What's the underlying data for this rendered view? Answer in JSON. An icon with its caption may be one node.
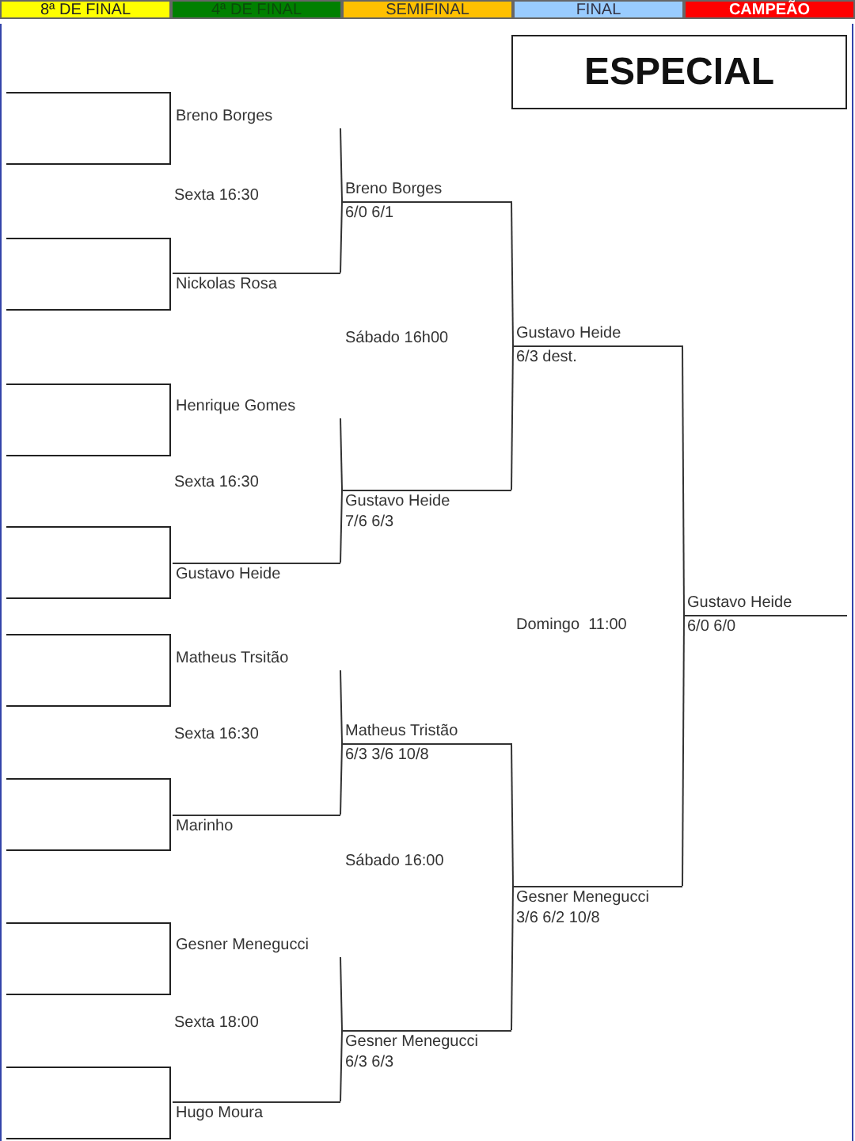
{
  "diagram": {
    "title": "ESPECIAL",
    "nodes": [
      {
        "text": [],
        "shape": "box"
      },
      {
        "text": [],
        "shape": "box"
      },
      {
        "text": [],
        "shape": "box"
      },
      {
        "text": [],
        "shape": "box"
      },
      {
        "text": [],
        "shape": "box"
      },
      {
        "text": [],
        "shape": "box"
      },
      {
        "text": [],
        "shape": "box"
      },
      {
        "text": [],
        "shape": "box"
      },
      {
        "text": [
          "Breno Borges"
        ]
      },
      {
        "text": [
          "Nickolas Rosa"
        ]
      },
      {
        "text": [
          "Henrique Gomes"
        ]
      },
      {
        "text": [
          "Gustavo Heide"
        ]
      },
      {
        "text": [
          "Matheus Trsitão"
        ]
      },
      {
        "text": [
          "Marinho"
        ]
      },
      {
        "text": [
          "Gesner Menegucci"
        ]
      },
      {
        "text": [
          "Hugo Moura"
        ]
      },
      {
        "text": [
          "Breno Borges",
          "6/0 6/1"
        ]
      },
      {
        "text": [
          "Gustavo Heide",
          "7/6 6/3"
        ]
      },
      {
        "text": [
          "Matheus Tristão",
          "6/3 3/6 10/8"
        ]
      },
      {
        "text": [
          "Gesner Menegucci",
          "6/3 6/3"
        ]
      },
      {
        "text": [
          "Gustavo Heide",
          "6/3 dest."
        ]
      },
      {
        "text": [
          "Gesner Menegucci",
          "3/6 6/2 10/8"
        ]
      },
      {
        "text": [
          "Gustavo Heide",
          "6/0 6/0"
        ]
      }
    ],
    "edges": [
      {
        "from": 8,
        "to": 16,
        "arrow": "none"
      },
      {
        "from": 9,
        "to": 16,
        "arrow": "none"
      },
      {
        "from": 10,
        "to": 17,
        "arrow": "none"
      },
      {
        "from": 11,
        "to": 17,
        "arrow": "none"
      },
      {
        "from": 12,
        "to": 18,
        "arrow": "none"
      },
      {
        "from": 13,
        "to": 18,
        "arrow": "none"
      },
      {
        "from": 14,
        "to": 19,
        "arrow": "none"
      },
      {
        "from": 15,
        "to": 19,
        "arrow": "none"
      },
      {
        "from": 16,
        "to": 20,
        "arrow": "none"
      },
      {
        "from": 17,
        "to": 20,
        "arrow": "none"
      },
      {
        "from": 18,
        "to": 21,
        "arrow": "none"
      },
      {
        "from": 19,
        "to": 21,
        "arrow": "none"
      },
      {
        "from": 20,
        "to": 22,
        "arrow": "none"
      },
      {
        "from": 21,
        "to": 22,
        "arrow": "none"
      }
    ],
    "labels": [
      "8ª DE FINAL",
      "4ª DE FINAL",
      "SEMIFINAL",
      "FINAL",
      "CAMPEÃO",
      "Sexta 16:30",
      "Sábado 16h00",
      "Sexta 16:30",
      "Domingo  11:00",
      "Sexta 16:30",
      "Sábado 16:00",
      "Sexta 18:00"
    ]
  }
}
